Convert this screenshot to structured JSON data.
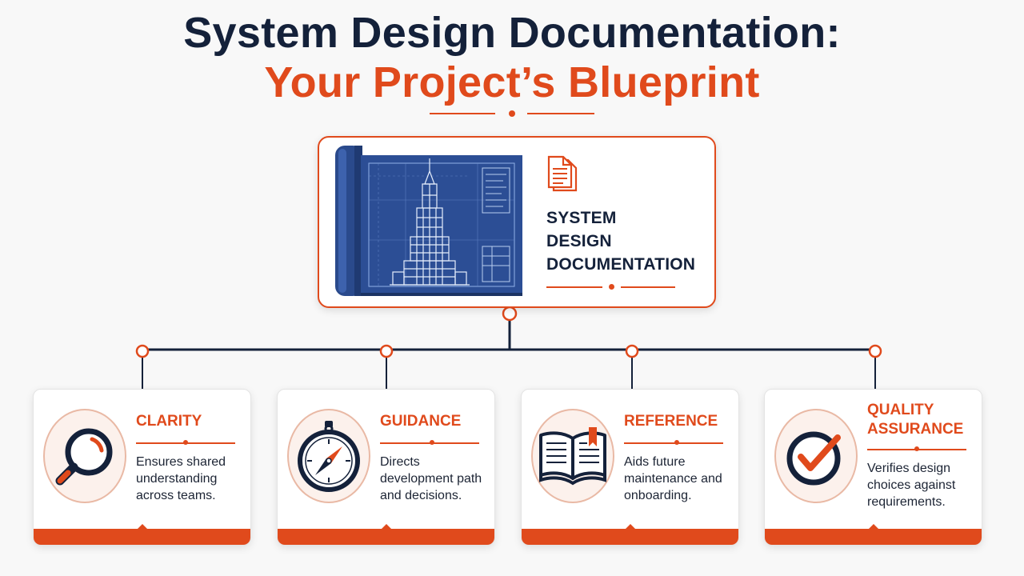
{
  "title": {
    "line1": "System Design Documentation:",
    "line2": "Your Project’s Blueprint"
  },
  "main_card": {
    "label": "SYSTEM\nDESIGN\nDOCUMENTATION",
    "icons": [
      "blueprint-scroll-icon",
      "document-icon"
    ]
  },
  "cards": [
    {
      "title": "CLARITY",
      "description": "Ensures shared understanding across teams.",
      "icon": "magnifying-glass-icon"
    },
    {
      "title": "GUIDANCE",
      "description": "Directs development path and decisions.",
      "icon": "compass-icon"
    },
    {
      "title": "REFERENCE",
      "description": "Aids future maintenance and onboarding.",
      "icon": "open-book-icon"
    },
    {
      "title": "QUALITY ASSURANCE",
      "description": "Verifies design choices against requirements.",
      "icon": "checkmark-icon"
    }
  ],
  "colors": {
    "accent": "#e04a1c",
    "navy": "#14213a",
    "blueprint": "#2c4e95"
  }
}
